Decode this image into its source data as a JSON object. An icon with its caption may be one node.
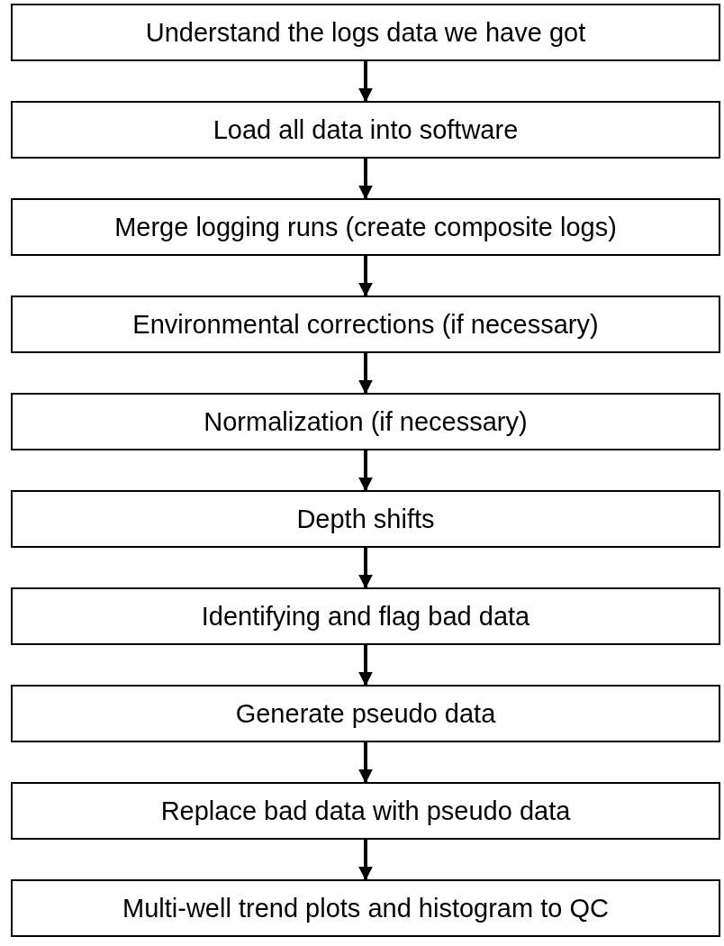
{
  "diagram": {
    "nodes": [
      {
        "text": [
          "Understand the logs data we have got"
        ]
      },
      {
        "text": [
          "Load all data into software"
        ]
      },
      {
        "text": [
          "Merge logging runs (create composite logs)"
        ]
      },
      {
        "text": [
          "Environmental corrections (if necessary)"
        ]
      },
      {
        "text": [
          "Normalization (if necessary)"
        ]
      },
      {
        "text": [
          "Depth shifts"
        ]
      },
      {
        "text": [
          "Identifying and flag bad data"
        ]
      },
      {
        "text": [
          "Generate pseudo data"
        ]
      },
      {
        "text": [
          "Replace bad data with pseudo data"
        ]
      },
      {
        "text": [
          "Multi-well trend plots and histogram to QC"
        ]
      }
    ],
    "edges": [
      {
        "from": 0,
        "to": 1,
        "arrow": "to"
      },
      {
        "from": 1,
        "to": 2,
        "arrow": "to"
      },
      {
        "from": 2,
        "to": 3,
        "arrow": "to"
      },
      {
        "from": 3,
        "to": 4,
        "arrow": "to"
      },
      {
        "from": 4,
        "to": 5,
        "arrow": "to"
      },
      {
        "from": 5,
        "to": 6,
        "arrow": "to"
      },
      {
        "from": 6,
        "to": 7,
        "arrow": "to"
      },
      {
        "from": 7,
        "to": 8,
        "arrow": "to"
      },
      {
        "from": 8,
        "to": 9,
        "arrow": "to"
      }
    ]
  }
}
